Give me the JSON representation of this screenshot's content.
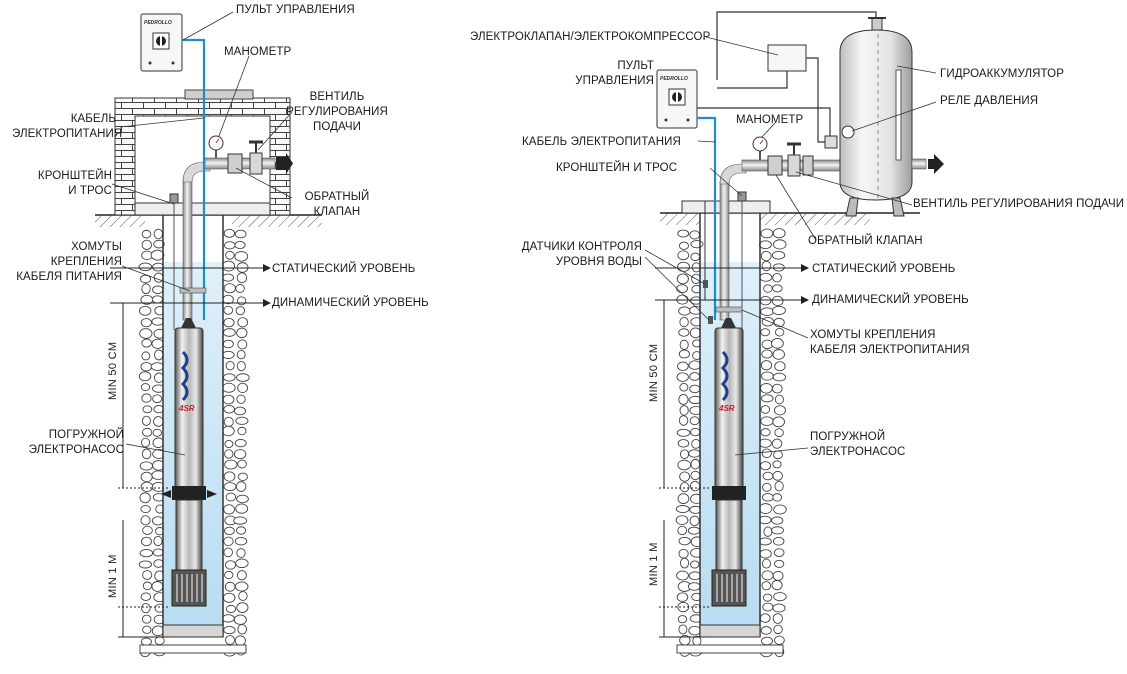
{
  "brand_text": "PEDROLLO",
  "pump_model": "4SR",
  "left": {
    "control_panel": "ПУЛЬТ УПРАВЛЕНИЯ",
    "pressure_gauge": "МАНОМЕТР",
    "power_cable": "КАБЕЛЬ\nЭЛЕКТРОПИТАНИЯ",
    "flow_valve": "ВЕНТИЛЬ\nРЕГУЛИРОВАНИЯ\nПОДАЧИ",
    "bracket_rope": "КРОНШТЕЙН\nИ ТРОС",
    "check_valve": "ОБРАТНЫЙ\nКЛАПАН",
    "cable_clamps": "ХОМУТЫ КРЕПЛЕНИЯ\nКАБЕЛЯ ПИТАНИЯ",
    "static_level": "СТАТИЧЕСКИЙ УРОВЕНЬ",
    "dynamic_level": "ДИНАМИЧЕСКИЙ УРОВЕНЬ",
    "min_50": "MIN 50 CM",
    "pump": "ПОГРУЖНОЙ\nЭЛЕКТРОНАСОС",
    "min_1": "MIN 1 M"
  },
  "right": {
    "solenoid": "ЭЛЕКТРОКЛАПАН/ЭЛЕКТРОКОМПРЕССОР",
    "control_panel": "ПУЛЬТ\nУПРАВЛЕНИЯ",
    "accumulator": "ГИДРОАККУМУЛЯТОР",
    "pressure_switch": "РЕЛЕ ДАВЛЕНИЯ",
    "pressure_gauge": "МАНОМЕТР",
    "power_cable": "КАБЕЛЬ ЭЛЕКТРОПИТАНИЯ",
    "bracket_rope": "КРОНШТЕЙН И ТРОС",
    "flow_valve": "ВЕНТИЛЬ РЕГУЛИРОВАНИЯ ПОДАЧИ",
    "check_valve": "ОБРАТНЫЙ КЛАПАН",
    "level_sensors": "ДАТЧИКИ КОНТРОЛЯ\nУРОВНЯ ВОДЫ",
    "static_level": "СТАТИЧЕСКИЙ УРОВЕНЬ",
    "dynamic_level": "ДИНАМИЧЕСКИЙ УРОВЕНЬ",
    "cable_clamps": "ХОМУТЫ КРЕПЛЕНИЯ\nКАБЕЛЯ ЭЛЕКТРОПИТАНИЯ",
    "min_50": "MIN 50 CM",
    "pump": "ПОГРУЖНОЙ\nЭЛЕКТРОНАСОС",
    "min_1": "MIN 1 M"
  }
}
